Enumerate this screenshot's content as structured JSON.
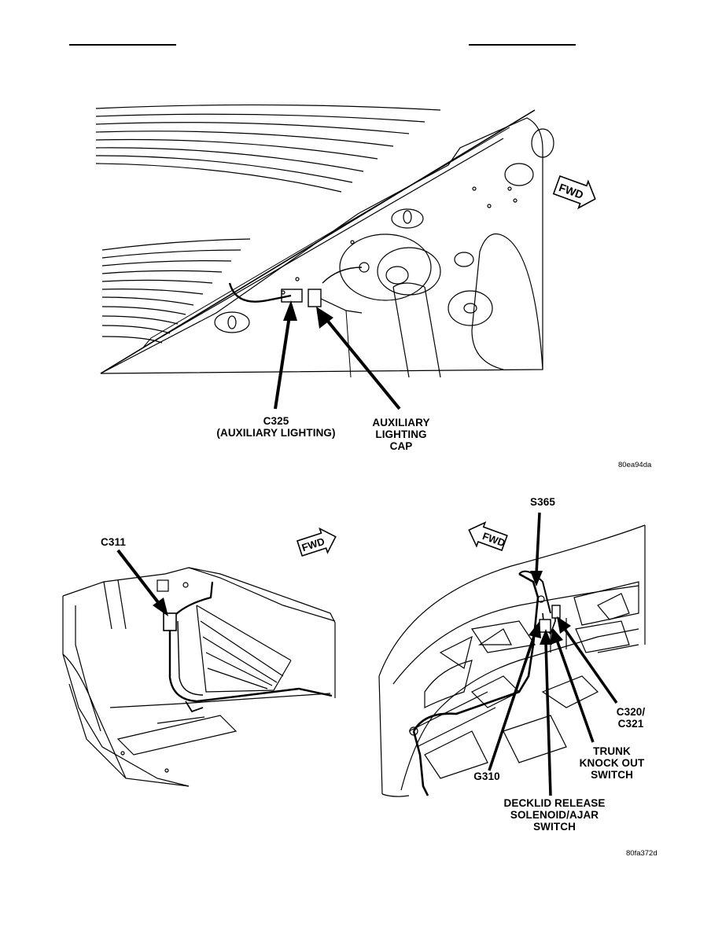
{
  "figures": {
    "auxiliary_lighting": {
      "callouts": {
        "c325": [
          "C325",
          "(AUXILIARY LIGHTING)"
        ],
        "cap": [
          "AUXILIARY",
          "LIGHTING",
          "CAP"
        ]
      },
      "fwd_label": "FWD",
      "figure_id": "80ea94da"
    },
    "c311": {
      "callouts": {
        "c311": [
          "C311"
        ]
      },
      "fwd_label": "FWD"
    },
    "decklid": {
      "callouts": {
        "s365": [
          "S365"
        ],
        "c320": [
          "C320/",
          "C321"
        ],
        "trunk": [
          "TRUNK",
          "KNOCK OUT",
          "SWITCH"
        ],
        "g310": [
          "G310"
        ],
        "decklid_release": [
          "DECKLID RELEASE",
          "SOLENOID/AJAR",
          "SWITCH"
        ]
      },
      "fwd_label": "FWD",
      "figure_id": "80fa372d"
    }
  }
}
